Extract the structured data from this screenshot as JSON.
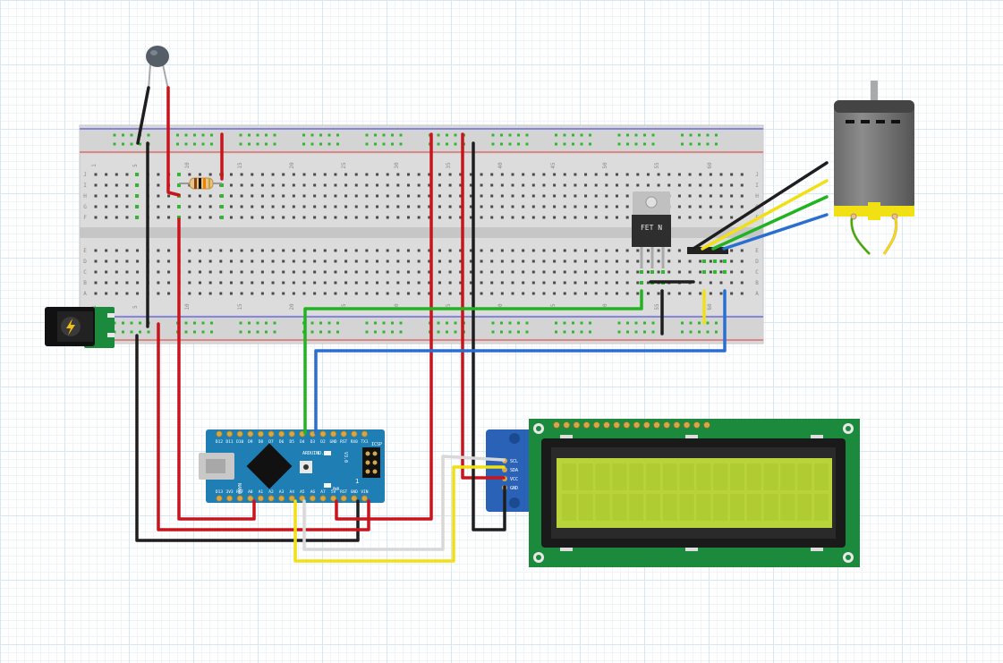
{
  "breadboard": {
    "column_numbers": [
      "1",
      "5",
      "10",
      "15",
      "20",
      "25",
      "30",
      "35",
      "40",
      "45",
      "50",
      "55",
      "60"
    ],
    "row_letters_top": [
      "J",
      "I",
      "H",
      "G",
      "F"
    ],
    "row_letters_bottom": [
      "E",
      "D",
      "C",
      "B",
      "A"
    ]
  },
  "arduino": {
    "top_pins": [
      "D12",
      "D11",
      "D10",
      "D9",
      "D8",
      "D7",
      "D6",
      "D5",
      "D4",
      "D3",
      "D2",
      "GND",
      "RST",
      "RX0",
      "TX1"
    ],
    "bottom_pins": [
      "D13",
      "3V3",
      "REF",
      "A0",
      "A1",
      "A2",
      "A3",
      "A4",
      "A5",
      "A6",
      "A7",
      "5V",
      "RST",
      "GND",
      "VIN"
    ],
    "board_text_1": "ARDUINO.CC",
    "board_text_2": "NANO",
    "board_text_3": "V3.0",
    "icsp": "ICSP",
    "pin1": "1",
    "led1": "L",
    "led2": "PWR"
  },
  "mosfet": {
    "label": "FET N"
  },
  "i2c_module": {
    "pins": [
      "SCL",
      "SDA",
      "VCC",
      "GND"
    ]
  },
  "colors": {
    "wire_red": "#c8141c",
    "wire_black": "#1e1e1e",
    "wire_green": "#20b420",
    "wire_blue": "#2a6fd0",
    "wire_yellow": "#f0e014",
    "wire_white": "#d8d8d8",
    "arduino_blue": "#1f7fb5",
    "pcb_green": "#1c8a3c",
    "lcd_screen": "#b8d43a"
  }
}
